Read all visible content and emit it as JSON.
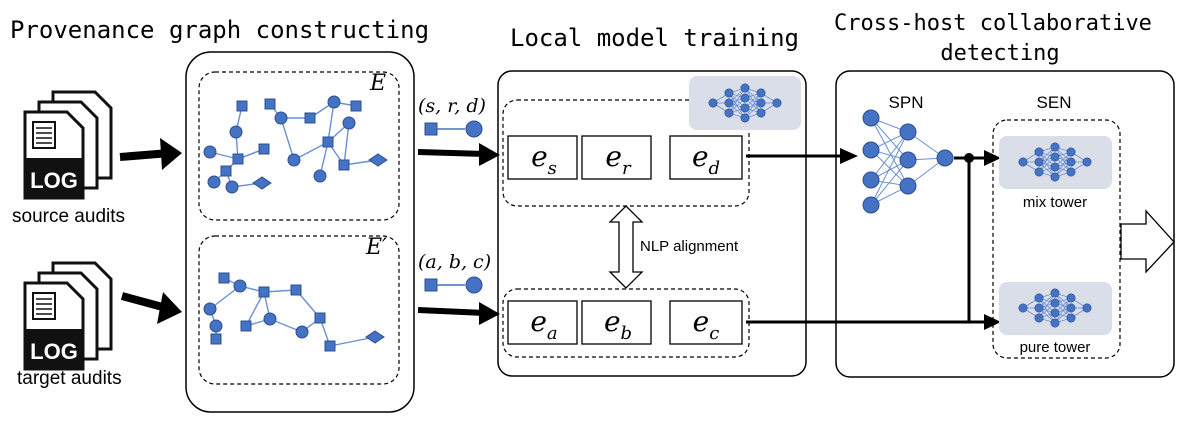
{
  "sections": {
    "provenance": {
      "title": "Provenance graph constructing"
    },
    "local": {
      "title": "Local model training"
    },
    "cross": {
      "title_line1": "Cross-host collaborative",
      "title_line2": "detecting"
    }
  },
  "inputs": {
    "source": {
      "label": "source audits",
      "icon_text": "LOG"
    },
    "target": {
      "label": "target audits",
      "icon_text": "LOG"
    }
  },
  "graphs": {
    "source_label": "E",
    "target_label": "E′"
  },
  "triples": {
    "source": "(s, r, d)",
    "target": "(a, b, c)"
  },
  "embeddings": {
    "source": [
      {
        "base": "e",
        "sub": "s"
      },
      {
        "base": "e",
        "sub": "r"
      },
      {
        "base": "e",
        "sub": "d"
      }
    ],
    "target": [
      {
        "base": "e",
        "sub": "a"
      },
      {
        "base": "e",
        "sub": "b"
      },
      {
        "base": "e",
        "sub": "c"
      }
    ]
  },
  "alignment": {
    "label": "NLP alignment"
  },
  "detector": {
    "spn_label": "SPN",
    "sen_label": "SEN",
    "mix_tower_label": "mix tower",
    "pure_tower_label": "pure tower"
  },
  "colors": {
    "node": "#4472c4",
    "edge": "#6b8fd6",
    "nn_panel": "#d9dee8",
    "stroke": "#000000"
  }
}
